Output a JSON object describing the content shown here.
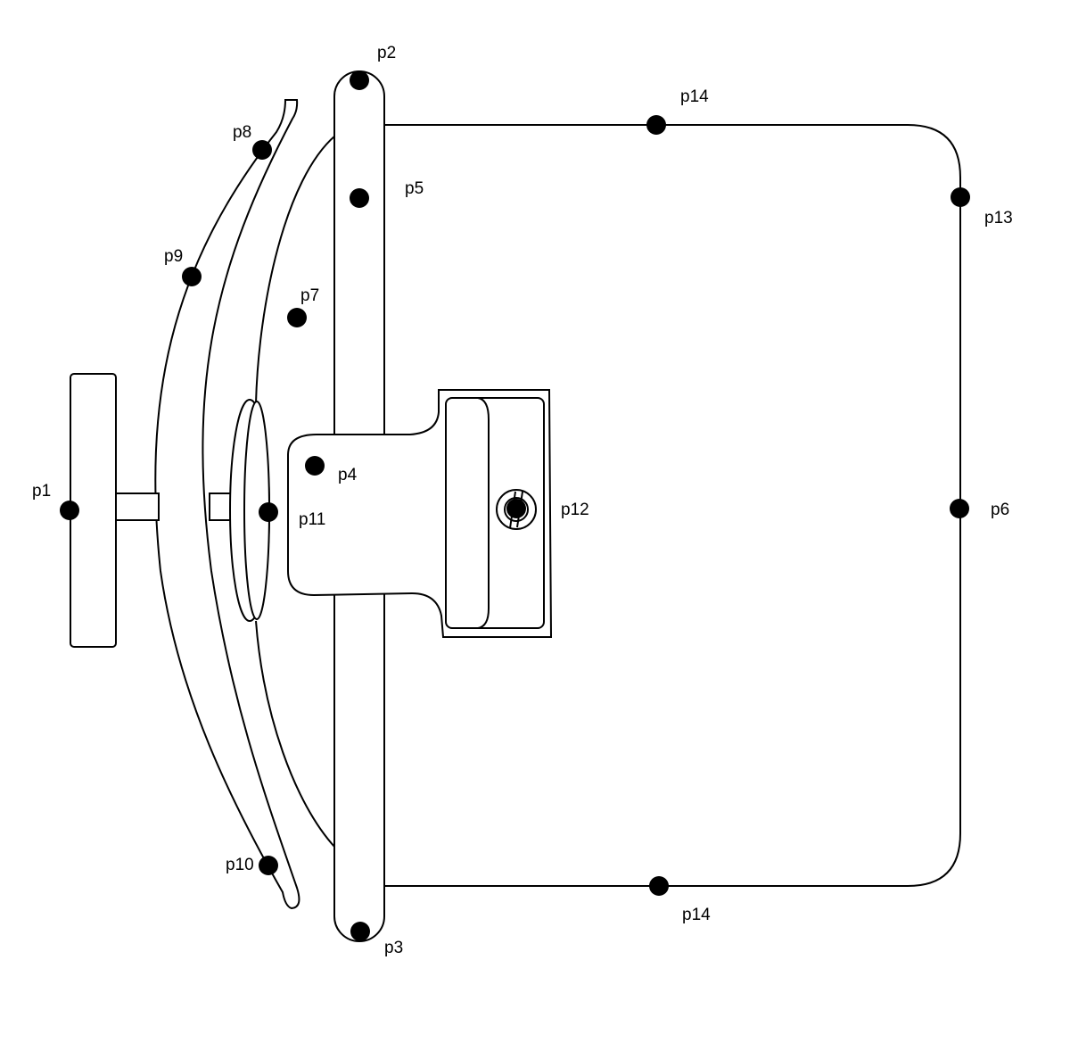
{
  "colors": {
    "stroke": "#000000",
    "background": "#ffffff",
    "point": "#000000"
  },
  "points": [
    {
      "id": "p1",
      "label": "p1"
    },
    {
      "id": "p2",
      "label": "p2"
    },
    {
      "id": "p3",
      "label": "p3"
    },
    {
      "id": "p4",
      "label": "p4"
    },
    {
      "id": "p5",
      "label": "p5"
    },
    {
      "id": "p6",
      "label": "p6"
    },
    {
      "id": "p7",
      "label": "p7"
    },
    {
      "id": "p8",
      "label": "p8"
    },
    {
      "id": "p9",
      "label": "p9"
    },
    {
      "id": "p10",
      "label": "p10"
    },
    {
      "id": "p11",
      "label": "p11"
    },
    {
      "id": "p12",
      "label": "p12"
    },
    {
      "id": "p13",
      "label": "p13"
    },
    {
      "id": "p14a",
      "label": "p14"
    },
    {
      "id": "p14b",
      "label": "p14"
    }
  ]
}
